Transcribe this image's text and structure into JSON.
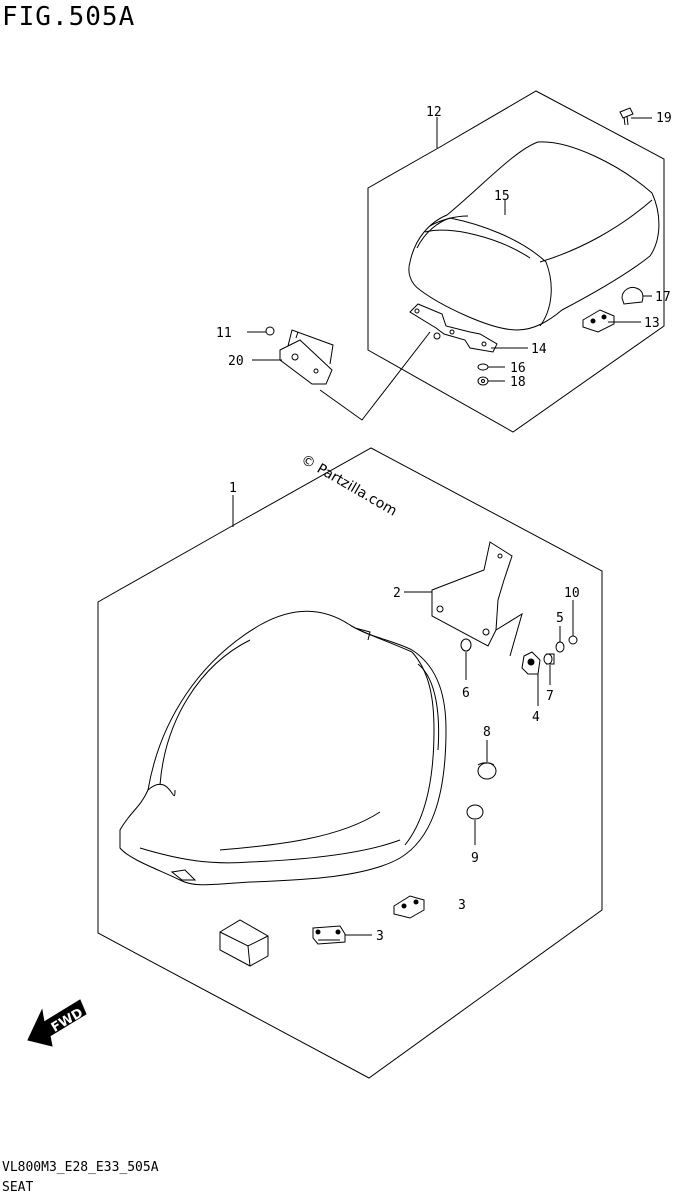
{
  "figure": {
    "title": "FIG.505A",
    "drawing_code": "VL800M3_E28_E33_505A",
    "section_name": "SEAT"
  },
  "watermark": "© Partzilla.com",
  "direction_arrow": "FWD",
  "callouts": {
    "c1": "1",
    "c2": "2",
    "c3a": "3",
    "c3b": "3",
    "c4": "4",
    "c5": "5",
    "c6": "6",
    "c7": "7",
    "c8": "8",
    "c9": "9",
    "c10": "10",
    "c11": "11",
    "c12": "12",
    "c13": "13",
    "c14": "14",
    "c15": "15",
    "c16": "16",
    "c17": "17",
    "c18": "18",
    "c19": "19",
    "c20": "20"
  }
}
